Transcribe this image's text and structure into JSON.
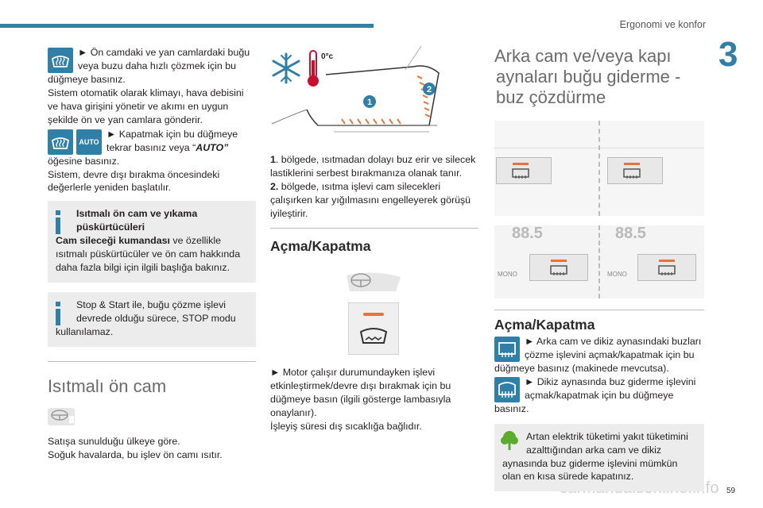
{
  "header": {
    "title": "Ergonomi ve konfor",
    "chapter": "3",
    "page_number": "59"
  },
  "watermark": "carmanualsonline.info",
  "col1": {
    "para1_lines": [
      "► Ön camdaki ve yan camlardaki buğu",
      "veya buzu daha hızlı çözmek için bu"
    ],
    "para1_rest": "düğmeye basınız.",
    "para2": "Sistem otomatik olarak klimayı, hava debisini ve hava girişini yönetir ve akımı en uygun şekilde ön ve yan camlara gönderir.",
    "para3_lines": [
      "► Kapatmak için bu düğmeye",
      "tekrar basınız veya “"
    ],
    "auto_word": "AUTO”",
    "auto_icon_text": "AUTO",
    "para3_rest": "öğesine basınız.",
    "para4": "Sistem, devre dışı bırakma öncesindeki değerlerle yeniden başlatılır.",
    "info1": {
      "title_lines": [
        "Isıtmalı ön cam ve yıkama",
        "püskürtücüleri"
      ],
      "bold": "Cam sileceği kumandası",
      "text": " ve özellikle ısıtmalı püskürtücüler ve ön cam hakkında daha fazla bilgi için ilgili başlığa bakınız."
    },
    "info2": {
      "lines": [
        "Stop & Start ile, buğu çözme işlevi",
        "devrede olduğu sürece, STOP modu"
      ],
      "rest": "kullanılamaz."
    },
    "heading": "Isıtmalı ön cam",
    "para5": "Satışa sunulduğu ülkeye göre.",
    "para6": "Soğuk havalarda, bu işlev ön camı ısıtır."
  },
  "col2": {
    "temp_label": "0°c",
    "marker1": "1",
    "marker2": "2",
    "p1_num": "1",
    "p1_text": ". bölgede, ısıtmadan dolayı buz erir ve silecek lastiklerini serbest bırakmanıza olanak tanır.",
    "p2_num": "2.",
    "p2_text": " bölgede, ısıtma işlevi cam silecekleri çalışırken kar yığılmasını engelleyerek görüşü iyileştirir.",
    "heading": "Açma/Kapatma",
    "p3": "► Motor çalışır durumundayken işlevi etkinleştirmek/devre dışı bırakmak için bu düğmeye basın (ilgili gösterge lambasıyla onaylanır).",
    "p4": "İşleyiş süresi dış sıcaklığa bağlıdır."
  },
  "col3": {
    "heading_lines": [
      "Arka cam ve/veya kapı",
      "aynaları buğu giderme -",
      "buz çözdürme"
    ],
    "panel_display": "88.5",
    "panel_mono": "MONO",
    "heading2": "Açma/Kapatma",
    "p1_lines": [
      "► Arka cam ve dikiz aynasındaki buzları",
      "çözme işlevini açmak/kapatmak için bu"
    ],
    "p1_rest": "düğmeye basınız (makinede mevcutsa).",
    "p2_lines": [
      "► Dikiz aynasında buz giderme işlevini",
      "açmak/kapatmak için bu düğmeye"
    ],
    "p2_rest": "basınız.",
    "eco": {
      "lines": [
        "Artan elektrik tüketimi yakıt tüketimini",
        "azalttığından arka cam ve dikiz"
      ],
      "rest": "aynasında buz giderme işlevini mümkün olan en kısa sürede kapatınız."
    }
  },
  "colors": {
    "accent": "#2f7fa6",
    "info_bg": "#ececec",
    "eco_green": "#5aab2e",
    "heat_orange": "#e8733a"
  }
}
